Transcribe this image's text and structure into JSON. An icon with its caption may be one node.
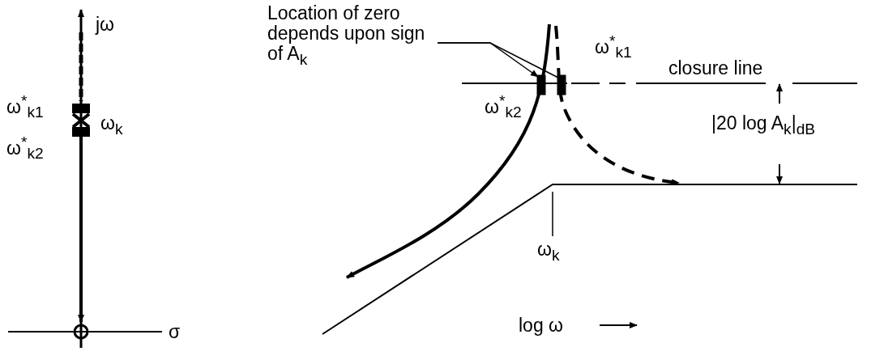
{
  "diagram": {
    "nodes": [
      {
        "text": [
          "Location of zero depends upon sign of A$_{k}$"
        ]
      },
      {
        "text": [],
        "shape": "box"
      },
      {
        "text": [],
        "shape": "box"
      }
    ],
    "edges": [
      {
        "from": 0,
        "to": 1,
        "arrow": "to"
      },
      {
        "from": 0,
        "to": 2,
        "arrow": "none"
      }
    ],
    "labels": [
      "jω",
      "ω$^{*}$$_{k1}$",
      "ω$_{k}$",
      "ω$^{*}$$_{k2}$",
      "σ",
      "ω$^{*}$$_{k1}$",
      "closure line",
      "ω$^{*}$$_{k2}$",
      "|20 log A$_{k}$|$_{dB}$",
      "ω$_{k}$",
      "log ω"
    ]
  }
}
